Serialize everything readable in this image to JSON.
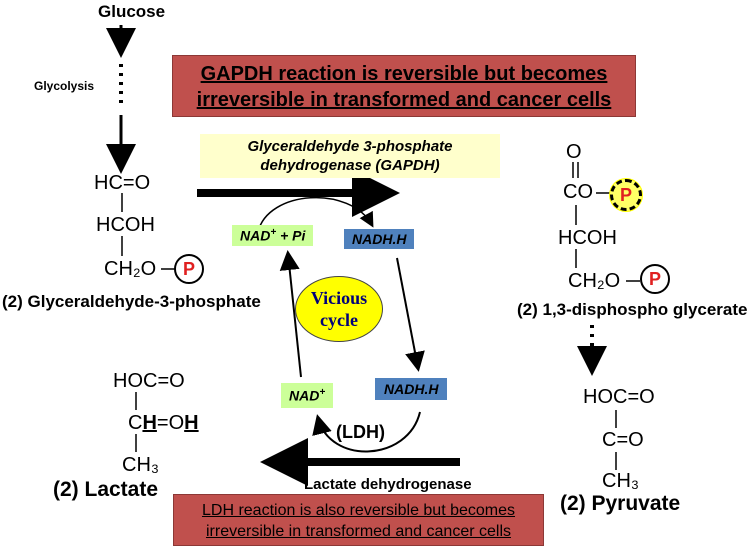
{
  "labels": {
    "glucose": "Glucose",
    "glycolysis": "Glycolysis",
    "g3p_line1": "HC=O",
    "g3p_line2": "HCOH",
    "g3p_line3": "CH₂O",
    "g3p_name": "(2) Glyceraldehyde-3-phosphate",
    "bpg_line1": "O",
    "bpg_line2": "CO",
    "bpg_line3": "HCOH",
    "bpg_line4": "CH₂O",
    "bpg_name": "(2) 1,3-disphospho glycerate",
    "pyr_line1": "HOC=O",
    "pyr_line2": "C=O",
    "pyr_line3": "CH₃",
    "pyr_name": "(2) Pyruvate",
    "lac_line1": "HOC=O",
    "lac_line2_pre": "C",
    "lac_line2_h1": "H",
    "lac_line2_mid": "=O",
    "lac_line2_h2": "H",
    "lac_line3": "CH₃",
    "lac_name": "(2) Lactate",
    "phosphate": "P"
  },
  "banners": {
    "top_line1": "GAPDH reaction is reversible but becomes",
    "top_line2": "irreversible in transformed and cancer cells",
    "bottom_line1": "LDH reaction is also reversible but becomes",
    "bottom_line2": "irreversible in transformed and cancer cells"
  },
  "enzymes": {
    "gapdh_line1": "Glyceraldehyde 3-phosphate",
    "gapdh_line2": "dehydrogenase (GAPDH)",
    "ldh": "(LDH)",
    "ldh_name": "Lactate dehydrogenase"
  },
  "cofactors": {
    "nad_pi_pre": "NAD",
    "nad_pi_sup": "+",
    "nad_pi_post": " + Pi",
    "nadh_top": "NADH.H",
    "nadh_bottom": "NADH.H",
    "nad_bottom_pre": "NAD",
    "nad_bottom_sup": "+"
  },
  "cycle": {
    "line1": "Vicious",
    "line2": "cycle"
  },
  "colors": {
    "banner": "#c0504d",
    "enzyme_box": "#ffffcc",
    "nad_green": "#ccff99",
    "nadh_blue": "#4f81bd",
    "cycle_yellow": "#ffff00",
    "phosphate_red": "#e02020"
  }
}
